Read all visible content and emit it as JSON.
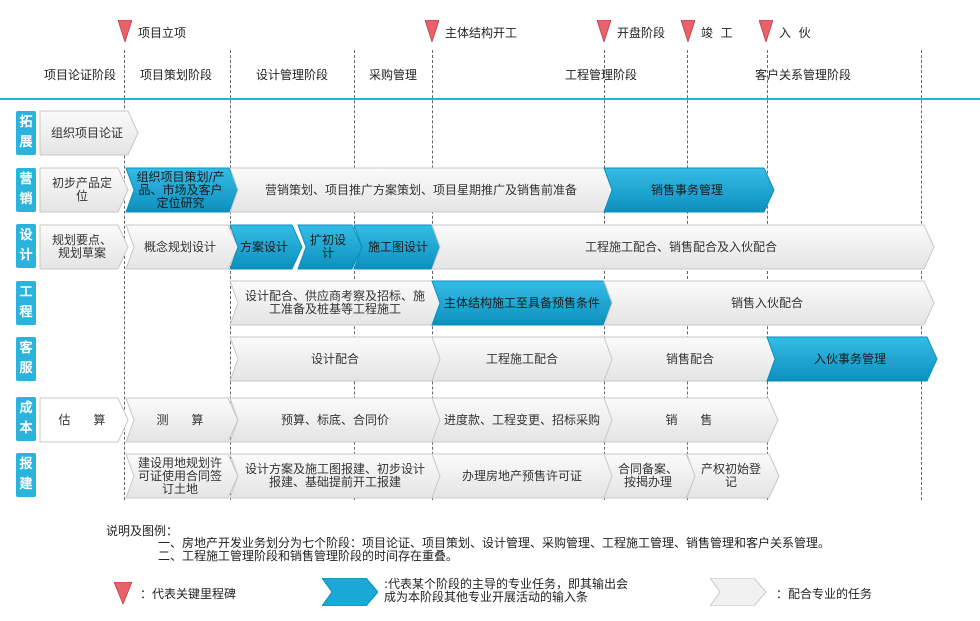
{
  "milestones": [
    {
      "label": "项目立项"
    },
    {
      "label": "主体结构开工"
    },
    {
      "label": "开盘阶段"
    },
    {
      "label": "竣  工"
    },
    {
      "label": "入  伙"
    }
  ],
  "phases": [
    {
      "label": "项目论证阶段"
    },
    {
      "label": "项目策划阶段"
    },
    {
      "label": "设计管理阶段"
    },
    {
      "label": "采购管理"
    },
    {
      "label": "工程管理阶段"
    },
    {
      "label": "客户关系管理阶段"
    }
  ],
  "rows": [
    {
      "label": "拓展",
      "tasks": [
        {
          "text": "组织项目论证",
          "style": "gray"
        }
      ]
    },
    {
      "label": "营销",
      "tasks": [
        {
          "text": "初步产品定位",
          "style": "gray"
        },
        {
          "text": "组织项目策划/产品、市场及客户定位研究",
          "style": "blue"
        },
        {
          "text": "营销策划、项目推广方案策划、项目星期推广及销售前准备",
          "style": "gray"
        },
        {
          "text": "销售事务管理",
          "style": "blue"
        }
      ]
    },
    {
      "label": "设计",
      "tasks": [
        {
          "text": "规划要点、规划草案",
          "style": "gray"
        },
        {
          "text": "概念规划设计",
          "style": "gray"
        },
        {
          "text": "方案设计",
          "style": "blue"
        },
        {
          "text": "扩初设计",
          "style": "blue"
        },
        {
          "text": "施工图设计",
          "style": "blue"
        },
        {
          "text": "工程施工配合、销售配合及入伙配合",
          "style": "gray"
        }
      ]
    },
    {
      "label": "工程",
      "tasks": [
        {
          "text": "设计配合、供应商考察及招标、施工准备及桩基等工程施工",
          "style": "gray"
        },
        {
          "text": "主体结构施工至具备预售条件",
          "style": "blue"
        },
        {
          "text": "销售入伙配合",
          "style": "gray"
        }
      ]
    },
    {
      "label": "客服",
      "tasks": [
        {
          "text": "设计配合",
          "style": "gray"
        },
        {
          "text": "工程施工配合",
          "style": "gray"
        },
        {
          "text": "销售配合",
          "style": "gray"
        },
        {
          "text": "入伙事务管理",
          "style": "blue"
        }
      ]
    },
    {
      "label": "成本",
      "tasks": [
        {
          "text": "估      算",
          "style": "plain"
        },
        {
          "text": "测      算",
          "style": "gray"
        },
        {
          "text": "预算、标底、合同价",
          "style": "gray"
        },
        {
          "text": "进度款、工程变更、招标采购",
          "style": "gray"
        },
        {
          "text": "销      售",
          "style": "gray"
        }
      ]
    },
    {
      "label": "报建",
      "tasks": [
        {
          "text": "建设用地规划许可证使用合同签订土地",
          "style": "gray"
        },
        {
          "text": "设计方案及施工图报建、初步设计报建、基础提前开工报建",
          "style": "gray"
        },
        {
          "text": "办理房地产预售许可证",
          "style": "gray"
        },
        {
          "text": "合同备案、按揭办理",
          "style": "gray"
        },
        {
          "text": "产权初始登记",
          "style": "gray"
        }
      ]
    }
  ],
  "notes": {
    "title": "说明及图例：",
    "line1": "一、房地产开发业务划分为七个阶段：项目论证、项目策划、设计管理、采购管理、工程施工管理、销售管理和客户关系管理。",
    "line2": "二、工程施工管理阶段和销售管理阶段的时间存在重叠。"
  },
  "legend": {
    "milestone": "：代表关键里程碑",
    "main_task": ":代表某个阶段的主导的专业任务，即其输出会成为本阶段其他专业开展活动的输入条",
    "support_task": "：配合专业的任务"
  },
  "colors": {
    "blue": "#1aa9d6",
    "blue_dark": "#0d8fbe",
    "gray": "#f1f1f1",
    "gray_edge": "#c8c8c8",
    "flag": "#e8626b",
    "line": "#2ab0cf"
  }
}
